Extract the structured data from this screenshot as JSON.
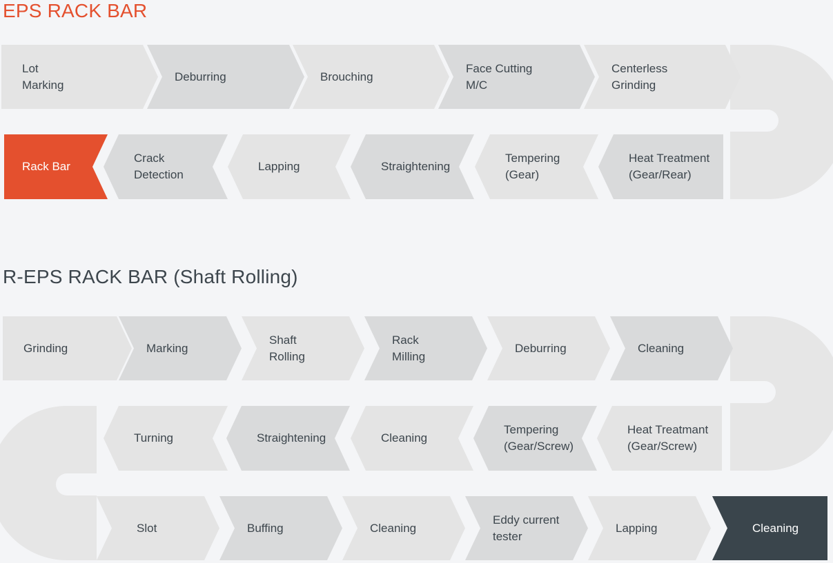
{
  "sections": [
    {
      "title": "EPS RACK BAR",
      "rows": [
        {
          "direction": "right",
          "steps": [
            "Lot\nMarking",
            "Deburring",
            "Brouching",
            "Face Cutting\nM/C",
            "Centerless\nGrinding"
          ]
        },
        {
          "direction": "left",
          "steps": [
            "Rack Bar",
            "Crack\nDetection",
            "Lapping",
            "Straightening",
            "Tempering\n(Gear)",
            "Heat Treatment\n(Gear/Rear)"
          ]
        }
      ],
      "highlight": {
        "row": 1,
        "step": 0,
        "color": "#e4502e"
      }
    },
    {
      "title": "R-EPS RACK BAR (Shaft Rolling)",
      "rows": [
        {
          "direction": "right",
          "steps": [
            "Grinding",
            "Marking",
            "Shaft\nRolling",
            "Rack\nMilling",
            "Deburring",
            "Cleaning"
          ]
        },
        {
          "direction": "left",
          "steps": [
            "Turning",
            "Straightening",
            "Cleaning",
            "Tempering\n(Gear/Screw)",
            "Heat Treatmant\n(Gear/Screw)"
          ]
        },
        {
          "direction": "right",
          "steps": [
            "Slot",
            "Buffing",
            "Cleaning",
            "Eddy current\ntester",
            "Lapping",
            "Cleaning"
          ]
        }
      ],
      "highlight": {
        "row": 2,
        "step": 5,
        "color": "#3a454c"
      }
    }
  ],
  "colors": {
    "chevron_a": "#e4e4e4",
    "chevron_b": "#d9dadb",
    "track": "#e6e6e6",
    "text": "#3d464d",
    "background": "#f4f5f7"
  }
}
